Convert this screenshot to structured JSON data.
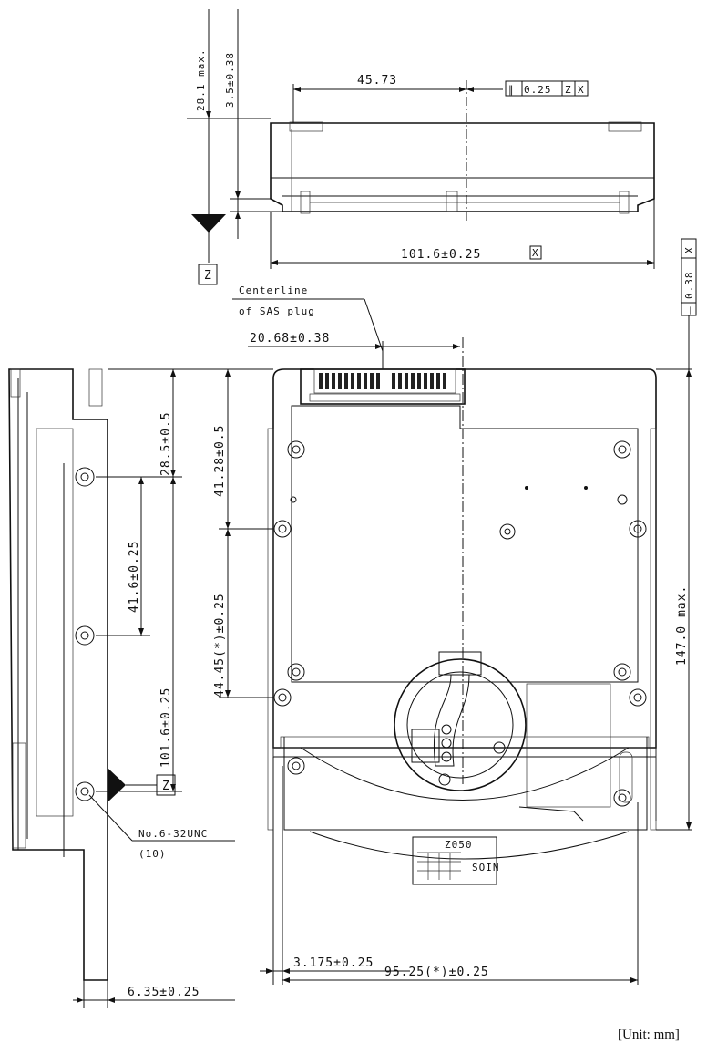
{
  "top_view": {
    "height_max": "28.1 max.",
    "offset": "3.5±0.38",
    "dim_center": "45.73",
    "tolerance_frame": [
      "∥",
      "0.25",
      "Z",
      "X"
    ],
    "width": "101.6±0.25",
    "datum_x": "X",
    "datum_z": "Z"
  },
  "bottom_view": {
    "centerline_label_1": "Centerline",
    "centerline_label_2": "of SAS plug",
    "plug_offset": "20.68±0.38",
    "flatness_frame": [
      "⏤",
      "0.38",
      "X"
    ],
    "hole_a": "28.5±0.5",
    "hole_b": "41.28±0.5",
    "hole_c": "44.45(*)±0.25",
    "length_max": "147.0 max.",
    "edge_offset": "3.175±0.25",
    "hole_span": "95.25(*)±0.25",
    "label_code": "Z050",
    "label_code2": "SOIN"
  },
  "side_view": {
    "hole_pitch": "41.6±0.25",
    "hole_span": "101.6±0.25",
    "screw_spec": "No.6-32UNC",
    "screw_qty": "(10)",
    "datum_z": "Z",
    "bottom_offset": "6.35±0.25"
  },
  "unit_note": "[Unit: mm]"
}
